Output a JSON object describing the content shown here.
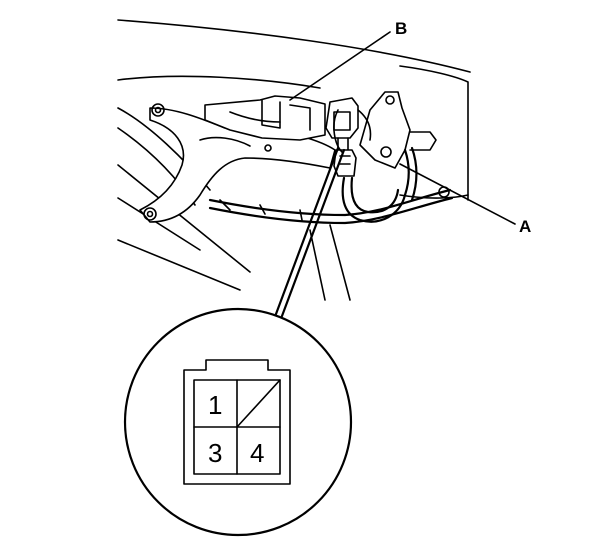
{
  "callouts": {
    "a_label": "A",
    "b_label": "B"
  },
  "connector": {
    "pins": {
      "top_left": "1",
      "bottom_left": "3",
      "bottom_right": "4"
    },
    "top_right_cavity": "blank"
  }
}
